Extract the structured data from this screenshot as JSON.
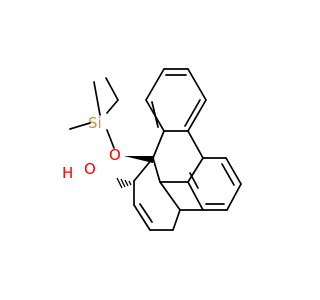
{
  "molecule": {
    "atoms": [
      {
        "id": "si",
        "label": "Si",
        "color": "#c8963c"
      },
      {
        "id": "o_silyl",
        "label": "O",
        "color": "#ff0000"
      },
      {
        "id": "oh",
        "label": "H",
        "suffix": "O",
        "color": "#ff0000"
      }
    ]
  }
}
